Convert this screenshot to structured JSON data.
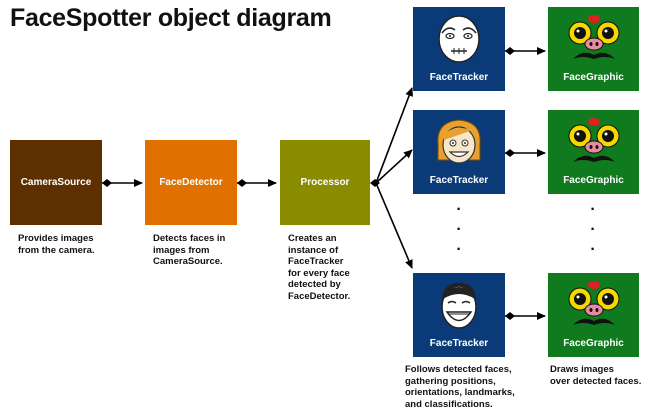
{
  "title": "FaceSpotter object diagram",
  "boxes": {
    "camera_source": "CameraSource",
    "face_detector": "FaceDetector",
    "processor": "Processor",
    "trackers": [
      "FaceTracker",
      "FaceTracker",
      "FaceTracker"
    ],
    "graphics": [
      "FaceGraphic",
      "FaceGraphic",
      "FaceGraphic"
    ]
  },
  "captions": {
    "camera_source": "Provides images\nfrom the camera.",
    "face_detector": "Detects faces in\nimages from\nCameraSource.",
    "processor": "Creates an\ninstance of\nFaceTracker\nfor every face\ndetected by\nFaceDetector.",
    "face_tracker": "Follows detected faces,\ngathering positions,\norientations, landmarks,\nand classifications.",
    "face_graphic": "Draws images\nover detected faces."
  },
  "colors": {
    "camera_source": "#5e3000",
    "face_detector": "#e07000",
    "processor": "#8a8c00",
    "face_tracker": "#0a3b78",
    "face_graphic": "#0f7a1e"
  },
  "icons": {
    "trackers": [
      "rage-face-icon",
      "smiling-girl-face-icon",
      "laughing-face-icon"
    ],
    "graphics": [
      "pig-mustache-mask-icon",
      "pig-mustache-mask-icon",
      "pig-mustache-mask-icon"
    ]
  }
}
